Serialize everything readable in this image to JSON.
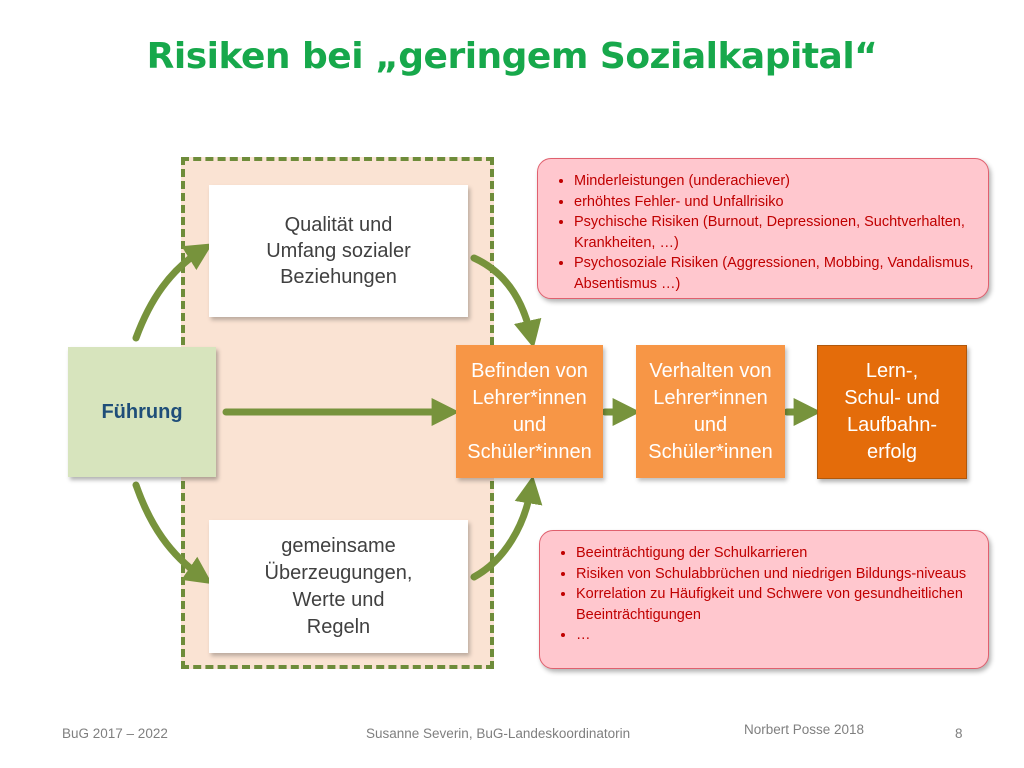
{
  "title": "Risiken bei „geringem Sozialkapital“",
  "nodes": {
    "quality": "Qualität und\nUmfang sozialer\nBeziehungen",
    "beliefs": "gemeinsame\nÜberzeugungen,\nWerte und\nRegeln",
    "fuehrung": "Führung",
    "befinden": "Befinden von\nLehrer*innen\nund\nSchüler*innen",
    "verhalten": "Verhalten von\nLehrer*innen\nund\nSchüler*innen",
    "erfolg": "Lern-,\nSchul- und\nLaufbahn-\nerfolg"
  },
  "risks_top": [
    "Minderleistungen (underachiever)",
    "erhöhtes Fehler- und Unfallrisiko",
    "Psychische Risiken (Burnout, Depressionen, Suchtverhalten, Krankheiten, …)",
    "Psychosoziale Risiken (Aggressionen, Mobbing, Vandalismus, Absentismus …)"
  ],
  "risks_bottom": [
    "Beeinträchtigung der Schulkarrieren",
    "Risiken von Schulabbrüchen und niedrigen Bildungs-niveaus",
    "Korrelation zu Häufigkeit und Schwere von gesundheitlichen Beeinträchtigungen",
    "…"
  ],
  "footer": {
    "left": "BuG 2017 – 2022",
    "center": "Susanne Severin, BuG-Landeskoordinatorin",
    "right": "Norbert Posse 2018",
    "page": "8"
  },
  "colors": {
    "title": "#17A84B",
    "arrow": "#77933C",
    "region_fill": "#FAE3D3",
    "region_border": "#6E8C3A",
    "orange": "#F79646",
    "dark_orange": "#E46C0A",
    "risk_fill": "#FFC7CE",
    "risk_text": "#C00000",
    "fuehrung_fill": "#D7E4BD"
  }
}
